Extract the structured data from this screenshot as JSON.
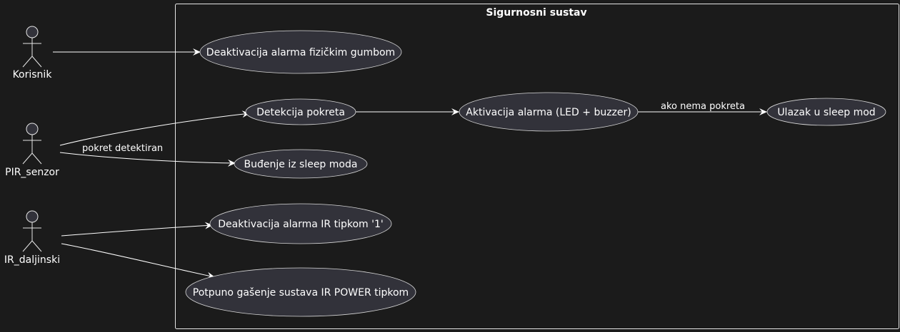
{
  "boundary": {
    "title": "Sigurnosni sustav"
  },
  "actors": [
    {
      "id": "korisnik",
      "name": "Korisnik"
    },
    {
      "id": "pir",
      "name": "PIR_senzor"
    },
    {
      "id": "ir",
      "name": "IR_daljinski"
    }
  ],
  "use_cases": [
    {
      "id": "deakt-gumb",
      "label": "Deaktivacija alarma fizičkim gumbom"
    },
    {
      "id": "detekcija",
      "label": "Detekcija pokreta"
    },
    {
      "id": "aktivacija",
      "label": "Aktivacija alarma (LED + buzzer)"
    },
    {
      "id": "sleep",
      "label": "Ulazak u sleep mod"
    },
    {
      "id": "budenje",
      "label": "Buđenje iz sleep moda"
    },
    {
      "id": "deakt-ir",
      "label": "Deaktivacija alarma IR tipkom '1'"
    },
    {
      "id": "gasenje",
      "label": "Potpuno gašenje sustava IR POWER tipkom"
    }
  ],
  "relations": [
    {
      "from": "korisnik",
      "to": "deakt-gumb",
      "label": ""
    },
    {
      "from": "pir",
      "to": "detekcija",
      "label": ""
    },
    {
      "from": "pir",
      "to": "budenje",
      "label": "pokret detektiran"
    },
    {
      "from": "detekcija",
      "to": "aktivacija",
      "label": ""
    },
    {
      "from": "aktivacija",
      "to": "sleep",
      "label": "ako nema pokreta"
    },
    {
      "from": "ir",
      "to": "deakt-ir",
      "label": ""
    },
    {
      "from": "ir",
      "to": "gasenje",
      "label": ""
    }
  ],
  "colors": {
    "background": "#1b1b1b",
    "usecase_fill": "#32323a",
    "line": "#ffffff"
  }
}
